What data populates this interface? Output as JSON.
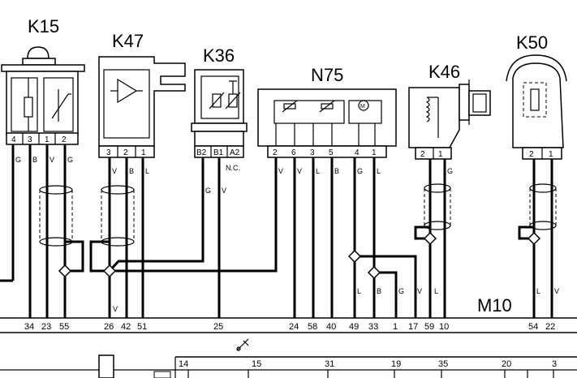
{
  "components": {
    "k15": "K15",
    "k47": "K47",
    "k36": "K36",
    "n75": "N75",
    "k46": "K46",
    "k50": "K50",
    "m10": "M10"
  },
  "pins": {
    "k15": [
      "4",
      "3",
      "1",
      "2"
    ],
    "k47": [
      "3",
      "2",
      "1"
    ],
    "k36": [
      "B2",
      "B1",
      "A2"
    ],
    "n75": [
      "2",
      "6",
      "3",
      "5",
      "4",
      "1"
    ],
    "k46": [
      "2",
      "1"
    ],
    "k50": [
      "2",
      "1"
    ]
  },
  "wire_colors_top": {
    "k15": [
      "G",
      "B",
      "V",
      "G"
    ],
    "k47": [
      "V",
      "B",
      "L"
    ],
    "k36_nc": "N.C.",
    "k36": [
      "G",
      "V"
    ],
    "n75": [
      "V",
      "V",
      "L",
      "B",
      "G",
      "L"
    ],
    "k46": [
      "G"
    ],
    "k47_lower": "V"
  },
  "wire_colors_lower": [
    "L",
    "B",
    "G",
    "V",
    "L",
    "L",
    "V"
  ],
  "bottom_numbers": [
    "34",
    "23",
    "55",
    "26",
    "42",
    "51",
    "25",
    "24",
    "58",
    "40",
    "49",
    "33",
    "1",
    "17",
    "59",
    "10",
    "54",
    "22"
  ],
  "footer_numbers": [
    "14",
    "15",
    "31",
    "19",
    "35",
    "20",
    "3"
  ]
}
